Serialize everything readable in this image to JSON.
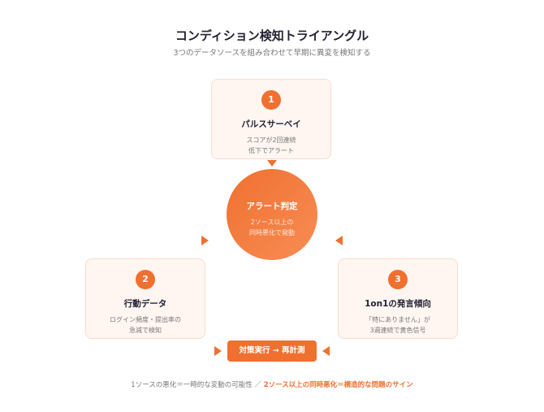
{
  "title": "コンディション検知トライアングル",
  "subtitle": "3つのデータソースを組み合わせて早期に異変を検知する",
  "cards": [
    {
      "num": "1",
      "title": "パルスサーベイ",
      "desc1": "スコアが2回連続",
      "desc2": "低下でアラート"
    },
    {
      "num": "2",
      "title": "行動データ",
      "desc1": "ログイン頻度・提出率の",
      "desc2": "急減で検知"
    },
    {
      "num": "3",
      "title": "1on1の発言傾向",
      "desc1": "「特にありません」が",
      "desc2": "3週連続で黄色信号"
    }
  ],
  "center": {
    "title": "アラート判定",
    "desc1": "2ソース以上の",
    "desc2": "同時悪化で発動"
  },
  "action": "対策実行 → 再計測",
  "footnote": {
    "normal": "1ソースの悪化＝一時的な変動の可能性 ／ ",
    "emphasis": "2ソース以上の同時悪化＝構造的な問題のサイン"
  },
  "colors": {
    "accent": "#f07030",
    "card_bg": "#fff6f2",
    "card_border": "#f6dccf"
  }
}
